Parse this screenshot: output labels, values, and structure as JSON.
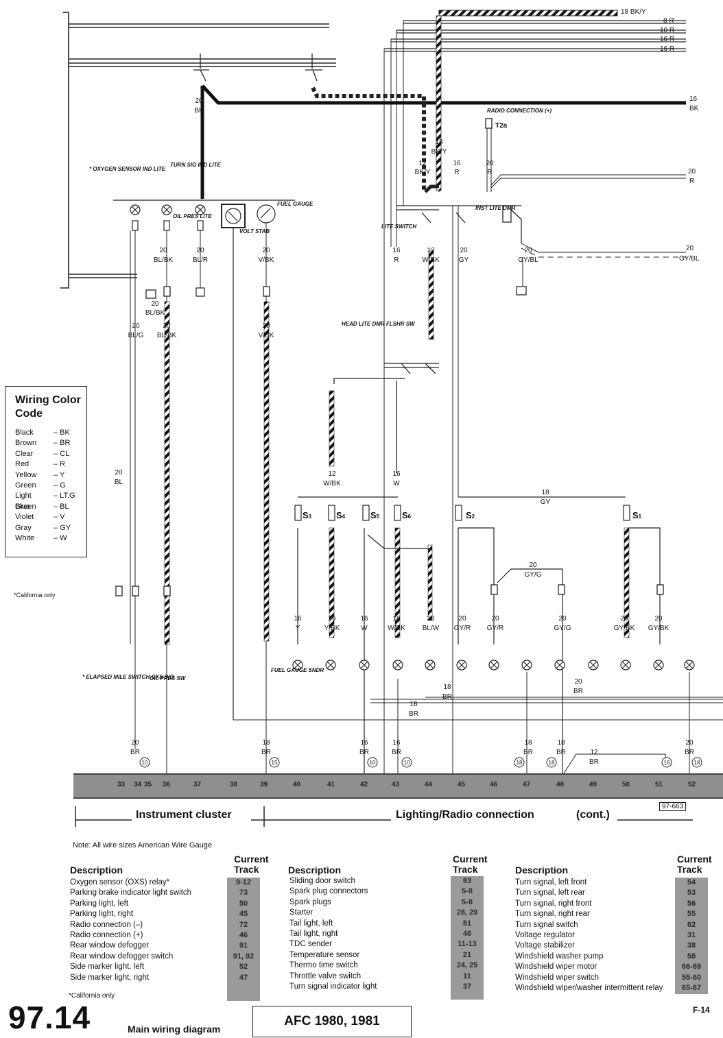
{
  "wires_top": [
    {
      "label": "18 BK/Y"
    },
    {
      "label": "8 R"
    },
    {
      "label": "10 R"
    },
    {
      "label": "16 R"
    },
    {
      "label": "16 R"
    }
  ],
  "wire_right_16bk": {
    "gauge": "16",
    "color": "BK"
  },
  "wire_right_20r": {
    "gauge": "20",
    "color": "R"
  },
  "wire_right_20gybl": {
    "gauge": "20",
    "color": "GY/BL"
  },
  "labels": {
    "radio_connection": "RADIO CONNECTION (+)",
    "t2a": "T2a",
    "oxygen_sensor": "* OXYGEN SENSOR IND LITE",
    "turn_sig": "TURN SIG IND LITE",
    "oil_pres": "OIL PRES LITE",
    "fuel_gauge": "FUEL GAUGE",
    "volt_stab": "VOLT STAB",
    "lite_switch": "LITE SWITCH",
    "inst_lite": "INST LITE DMR",
    "head_lite": "HEAD LITE DMR FLSHR SW",
    "elapsed": "* ELAPSED MILE SWITCH OXS IND",
    "oil_pres_sw": "OIL PRES SW",
    "fuel_gauge_sndr": "FUEL GAUGE SNDR"
  },
  "color_code": {
    "title": "Wiring Color Code",
    "items": [
      {
        "name": "Black",
        "code": "– BK"
      },
      {
        "name": "Brown",
        "code": "– BR"
      },
      {
        "name": "Clear",
        "code": "– CL"
      },
      {
        "name": "Red",
        "code": "– R"
      },
      {
        "name": "Yellow",
        "code": "– Y"
      },
      {
        "name": "Green",
        "code": "– G"
      },
      {
        "name": "Light Green",
        "code": "– LT.G"
      },
      {
        "name": "Blue",
        "code": "– BL"
      },
      {
        "name": "Violet",
        "code": "– V"
      },
      {
        "name": "Gray",
        "code": "– GY"
      },
      {
        "name": "White",
        "code": "– W"
      }
    ]
  },
  "california_note": "*California only",
  "bus_numbers": [
    "33",
    "34",
    "35",
    "36",
    "37",
    "38",
    "39",
    "40",
    "41",
    "42",
    "43",
    "44",
    "45",
    "46",
    "47",
    "48",
    "49",
    "50",
    "51",
    "52"
  ],
  "section": {
    "left": "Instrument cluster",
    "right": "Lighting/Radio connection",
    "cont": "(cont.)",
    "docref": "97-663"
  },
  "awg_note": "Note: All wire sizes American Wire Gauge",
  "table": {
    "col_desc": "Description",
    "col_track": "Current Track",
    "col1": [
      {
        "d": "Oxygen sensor (OXS) relay*",
        "t": "9-12"
      },
      {
        "d": "Parking brake indicator light switch",
        "t": "73"
      },
      {
        "d": "Parking light, left",
        "t": "50"
      },
      {
        "d": "Parking light, right",
        "t": "45"
      },
      {
        "d": "Radio connection (–)",
        "t": "72"
      },
      {
        "d": "Radio connection (+)",
        "t": "46"
      },
      {
        "d": "Rear window defogger",
        "t": "91"
      },
      {
        "d": "Rear window defogger switch",
        "t": "91, 92"
      },
      {
        "d": "Side marker light, left",
        "t": "52"
      },
      {
        "d": "Side marker light, right",
        "t": "47"
      }
    ],
    "col2": [
      {
        "d": "Sliding door switch",
        "t": "83"
      },
      {
        "d": "Spark plug connectors",
        "t": "5-8"
      },
      {
        "d": "Spark plugs",
        "t": "5-8"
      },
      {
        "d": "Starter",
        "t": "28, 29"
      },
      {
        "d": "Tail light, left",
        "t": "51"
      },
      {
        "d": "Tail light, right",
        "t": "46"
      },
      {
        "d": "TDC sender",
        "t": "11-13"
      },
      {
        "d": "Temperature sensor",
        "t": "21"
      },
      {
        "d": "Thermo time switch",
        "t": "24, 25"
      },
      {
        "d": "Throttle valve switch",
        "t": "11"
      },
      {
        "d": "Turn signal indicator light",
        "t": "37"
      }
    ],
    "col3": [
      {
        "d": "Turn signal, left front",
        "t": "54"
      },
      {
        "d": "Turn signal, left rear",
        "t": "53"
      },
      {
        "d": "Turn signal, right front",
        "t": "56"
      },
      {
        "d": "Turn signal, right rear",
        "t": "55"
      },
      {
        "d": "Turn signal switch",
        "t": "62"
      },
      {
        "d": "Voltage regulator",
        "t": "31"
      },
      {
        "d": "Voltage stabilizer",
        "t": "38"
      },
      {
        "d": "Windshield washer pump",
        "t": "58"
      },
      {
        "d": "Windshield wiper motor",
        "t": "66-69"
      },
      {
        "d": "Windshield wiper switch",
        "t": "55-60"
      },
      {
        "d": "Windshield wiper/washer intermittent relay",
        "t": "65-67"
      }
    ]
  },
  "california_note2": "*California only",
  "footer": {
    "page": "97.14",
    "subtitle": "Main wiring diagram",
    "model": "AFC 1980, 1981",
    "code": "F-14"
  }
}
